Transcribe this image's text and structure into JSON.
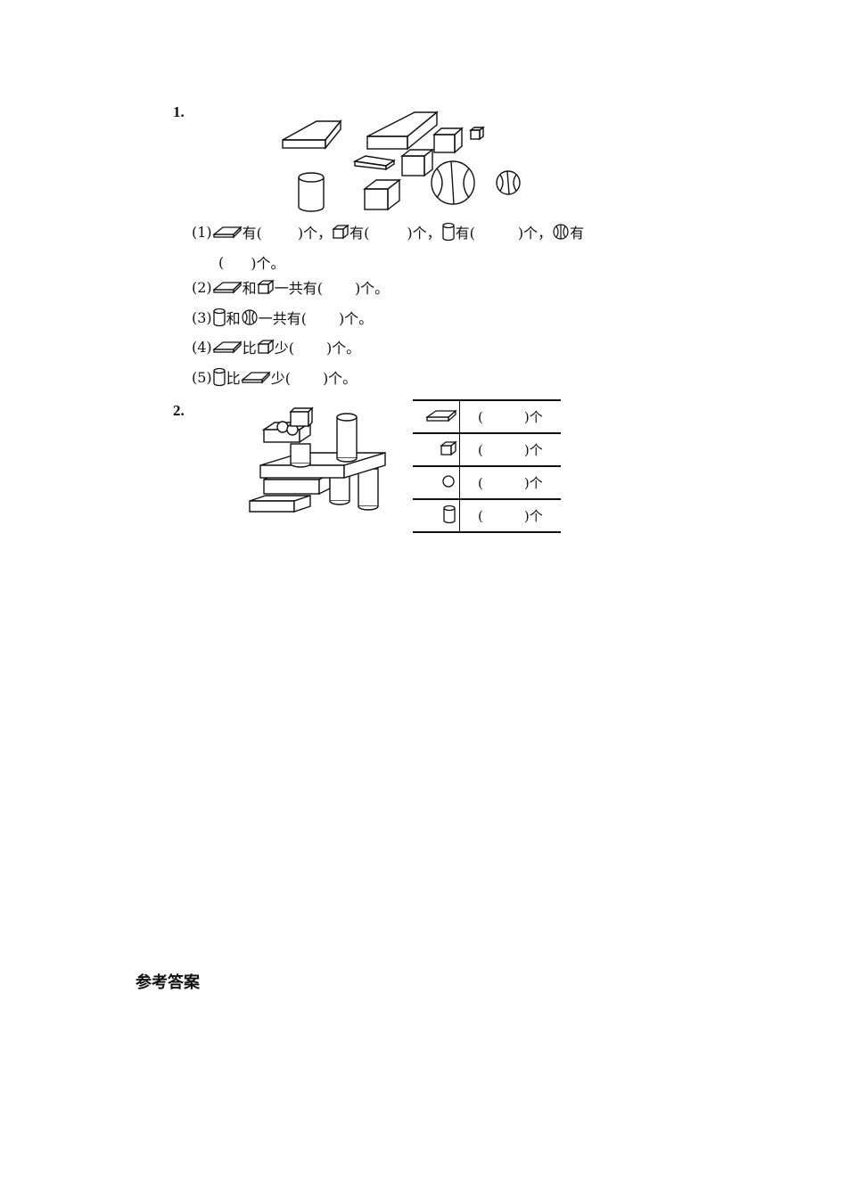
{
  "problem1": {
    "number": "1.",
    "questions": [
      {
        "id": "(1)",
        "parts": [
          "有(",
          ")个，",
          "有(",
          ")个，",
          "有(",
          ")个，",
          "有"
        ],
        "continuation": ")个。",
        "continuation_open": "("
      },
      {
        "id": "(2)",
        "text_a": "和",
        "text_b": "一共有(",
        "text_c": ")个。"
      },
      {
        "id": "(3)",
        "text_a": "和",
        "text_b": "一共有(",
        "text_c": ")个。"
      },
      {
        "id": "(4)",
        "text_a": "比",
        "text_b": "少(",
        "text_c": ")个。"
      },
      {
        "id": "(5)",
        "text_a": "比",
        "text_b": "少(",
        "text_c": ")个。"
      }
    ],
    "shape_icons": [
      "cuboid-icon",
      "cube-icon",
      "cylinder-icon",
      "ball-icon"
    ]
  },
  "problem2": {
    "number": "2.",
    "table": {
      "rows": [
        {
          "icon": "cuboid-icon",
          "open": "(",
          "close": ")个"
        },
        {
          "icon": "cube-icon",
          "open": "(",
          "close": ")个"
        },
        {
          "icon": "ball-icon",
          "open": "(",
          "close": ")个"
        },
        {
          "icon": "cylinder-icon",
          "open": "(",
          "close": ")个"
        }
      ]
    }
  },
  "answers": {
    "title": "参考答案"
  }
}
